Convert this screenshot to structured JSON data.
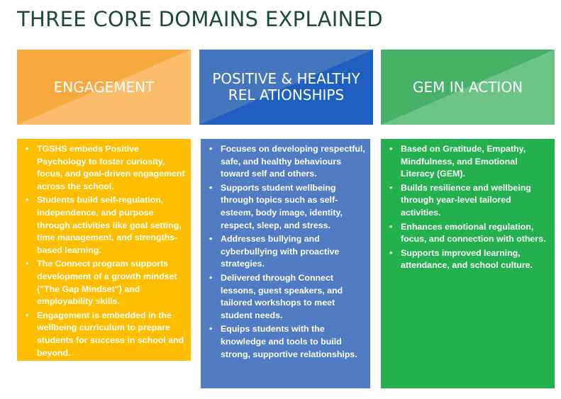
{
  "title": "THREE CORE DOMAINS EXPLAINED",
  "colors": {
    "title": "#1d4a36",
    "orange_header": "#f7a83e",
    "orange_triangle": "#fbbd6c",
    "orange_body": "#ffbf00",
    "blue_header": "#4476bd",
    "blue_triangle": "#1f5fbf",
    "blue_body": "#4f7cc2",
    "green_header": "#47b267",
    "green_triangle": "#6cc486",
    "green_body": "#22b14c"
  },
  "columns": [
    {
      "heading": "ENGAGEMENT",
      "bullets": [
        "TGSHS embeds Positive Psychology to foster curiosity, focus, and goal-driven engagement across the school.",
        "Students build self-regulation, independence, and purpose through activities like goal setting, time management, and strengths-based learning.",
        "The Connect program supports development of a growth mindset (\"The Gap Mindset\") and employability skills.",
        "Engagement is embedded in the wellbeing curriculum to prepare students for success in school and beyond."
      ]
    },
    {
      "heading": "POSITIVE & HEALTHY\nREL ATIONSHIPS",
      "bullets": [
        "Focuses on developing respectful, safe, and healthy behaviours toward self and others.",
        "Supports student wellbeing through topics such as self-esteem, body image, identity, respect, sleep, and stress.",
        "Addresses bullying and cyberbullying with proactive strategies.",
        "Delivered through Connect lessons, guest speakers, and tailored workshops to meet student needs.",
        "Equips students with the knowledge and tools to build strong, supportive relationships."
      ]
    },
    {
      "heading": "GEM IN ACTION",
      "bullets": [
        "Based on Gratitude, Empathy, Mindfulness, and Emotional Literacy (GEM).",
        "Builds resilience and wellbeing through year-level tailored activities.",
        "Enhances emotional regulation, focus, and connection with others.",
        "Supports improved learning, attendance, and school culture."
      ]
    }
  ]
}
